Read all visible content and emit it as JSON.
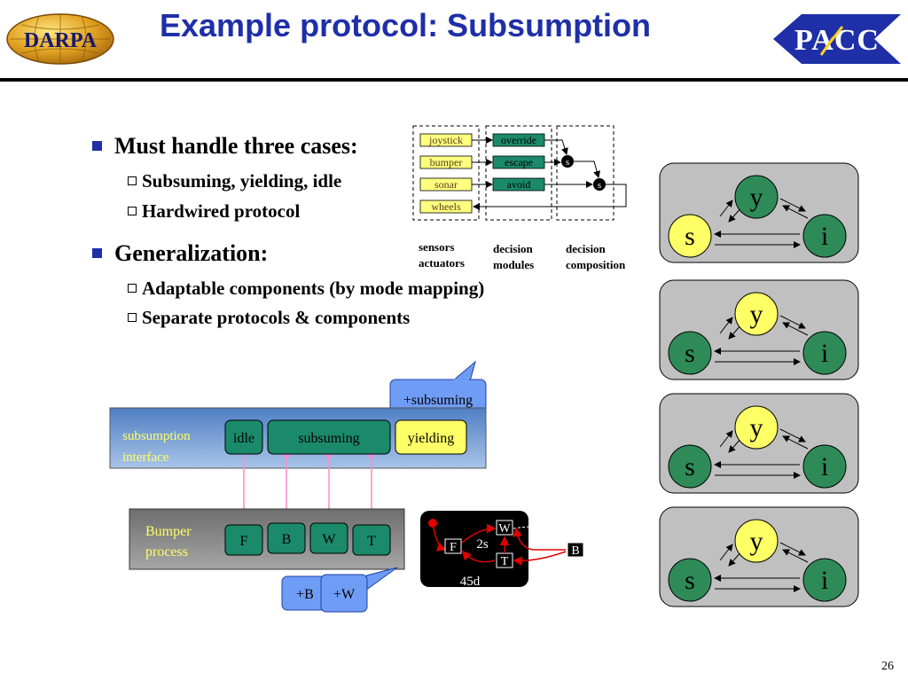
{
  "title": "Example protocol: Subsumption",
  "logos": {
    "left": "DARPA",
    "right": "PACC"
  },
  "bullets": [
    {
      "text": "Must handle three cases:",
      "sub": [
        "Subsuming, yielding, idle",
        "Hardwired protocol"
      ]
    },
    {
      "text": "Generalization:",
      "sub": [
        "Adaptable components (by mode mapping)",
        "Separate protocols & components"
      ]
    }
  ],
  "top_diagram": {
    "sensors": [
      "joystick",
      "bumper",
      "sonar",
      "wheels"
    ],
    "modules": [
      "override",
      "escape",
      "avoid"
    ],
    "composer_label": "s",
    "captions": [
      [
        "sensors",
        "actuators"
      ],
      [
        "decision",
        "modules"
      ],
      [
        "decision",
        "composition"
      ]
    ]
  },
  "mode_diagram": {
    "callout_top": "+subsuming",
    "interface_label": [
      "subsumption",
      "interface"
    ],
    "modes": [
      "idle",
      "subsuming",
      "yielding"
    ],
    "process_label": [
      "Bumper",
      "process"
    ],
    "states": [
      "F",
      "B",
      "W",
      "T"
    ],
    "callout_bottom": [
      "+B",
      "+W"
    ]
  },
  "timing_diagram": {
    "nodes": [
      "W",
      "F",
      "T",
      "B"
    ],
    "labels": [
      "2s",
      "45d"
    ]
  },
  "state_machines": [
    {
      "y": "y",
      "s": "s",
      "i": "i"
    },
    {
      "y": "y",
      "s": "s",
      "i": "i"
    },
    {
      "y": "y",
      "s": "s",
      "i": "i"
    },
    {
      "y": "y",
      "s": "s",
      "i": "i"
    }
  ],
  "colors": {
    "title": "#1f2fa8",
    "module_green": "#1a8a6a",
    "sensor_yellow": "#ffff80",
    "interface_blue": "#7fa7d8",
    "callout_blue": "#6f9cf5",
    "process_gray": "#8c8c8c",
    "state_green": "#2e8b57",
    "state_yellow": "#ffff66"
  },
  "page_number": "26"
}
